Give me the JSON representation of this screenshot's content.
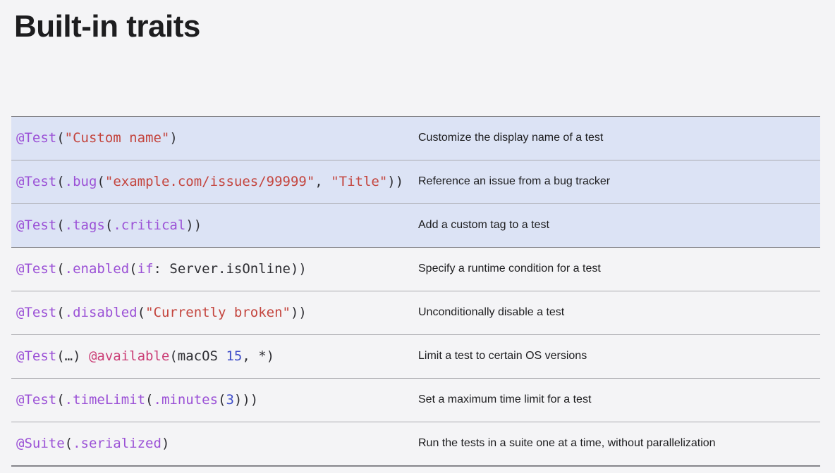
{
  "page": {
    "title": "Built-in traits"
  },
  "colors": {
    "page_bg": "#f4f4f6",
    "title_text": "#1d1d1f",
    "description_text": "#1d1d1f",
    "row_highlight_bg": "#dce3f5",
    "border_strong": "#85858a",
    "border_light": "#aaaaaf",
    "code_plain": "#2e2e33",
    "code_purple": "#9b51d6",
    "code_string": "#c4453e",
    "code_pink": "#cb3e76",
    "code_number": "#3f4dc9"
  },
  "table": {
    "rows": [
      {
        "highlighted": true,
        "code_text": "@Test(\"Custom name\")",
        "tokens": [
          [
            "purple",
            "@Test"
          ],
          [
            "plain",
            "("
          ],
          [
            "string",
            "\"Custom name\""
          ],
          [
            "plain",
            ")"
          ]
        ],
        "description": "Customize the display name of a test"
      },
      {
        "highlighted": true,
        "code_text": "@Test(.bug(\"example.com/issues/99999\", \"Title\"))",
        "tokens": [
          [
            "purple",
            "@Test"
          ],
          [
            "plain",
            "("
          ],
          [
            "purple",
            ".bug"
          ],
          [
            "plain",
            "("
          ],
          [
            "string",
            "\"example.com/issues/99999\""
          ],
          [
            "plain",
            ", "
          ],
          [
            "string",
            "\"Title\""
          ],
          [
            "plain",
            "))"
          ]
        ],
        "description": "Reference an issue from a bug tracker"
      },
      {
        "highlighted": true,
        "code_text": "@Test(.tags(.critical))",
        "tokens": [
          [
            "purple",
            "@Test"
          ],
          [
            "plain",
            "("
          ],
          [
            "purple",
            ".tags"
          ],
          [
            "plain",
            "("
          ],
          [
            "purple",
            ".critical"
          ],
          [
            "plain",
            "))"
          ]
        ],
        "description": "Add a custom tag to a test"
      },
      {
        "highlighted": false,
        "code_text": "@Test(.enabled(if: Server.isOnline))",
        "tokens": [
          [
            "purple",
            "@Test"
          ],
          [
            "plain",
            "("
          ],
          [
            "purple",
            ".enabled"
          ],
          [
            "plain",
            "("
          ],
          [
            "purple",
            "if"
          ],
          [
            "plain",
            ": Server.isOnline))"
          ]
        ],
        "description": "Specify a runtime condition for a test"
      },
      {
        "highlighted": false,
        "code_text": "@Test(.disabled(\"Currently broken\"))",
        "tokens": [
          [
            "purple",
            "@Test"
          ],
          [
            "plain",
            "("
          ],
          [
            "purple",
            ".disabled"
          ],
          [
            "plain",
            "("
          ],
          [
            "string",
            "\"Currently broken\""
          ],
          [
            "plain",
            "))"
          ]
        ],
        "description": "Unconditionally disable a test"
      },
      {
        "highlighted": false,
        "code_text": "@Test(…) @available(macOS 15, *)",
        "tokens": [
          [
            "purple",
            "@Test"
          ],
          [
            "plain",
            "(…) "
          ],
          [
            "pink",
            "@available"
          ],
          [
            "plain",
            "(macOS "
          ],
          [
            "number",
            "15"
          ],
          [
            "plain",
            ", *)"
          ]
        ],
        "description": "Limit a test to certain OS versions"
      },
      {
        "highlighted": false,
        "code_text": "@Test(.timeLimit(.minutes(3)))",
        "tokens": [
          [
            "purple",
            "@Test"
          ],
          [
            "plain",
            "("
          ],
          [
            "purple",
            ".timeLimit"
          ],
          [
            "plain",
            "("
          ],
          [
            "purple",
            ".minutes"
          ],
          [
            "plain",
            "("
          ],
          [
            "number",
            "3"
          ],
          [
            "plain",
            ")))"
          ]
        ],
        "description": "Set a maximum time limit for a test"
      },
      {
        "highlighted": false,
        "code_text": "@Suite(.serialized)",
        "tokens": [
          [
            "purple",
            "@Suite"
          ],
          [
            "plain",
            "("
          ],
          [
            "purple",
            ".serialized"
          ],
          [
            "plain",
            ")"
          ]
        ],
        "description": "Run the tests in a suite one at a time, without parallelization"
      }
    ]
  }
}
